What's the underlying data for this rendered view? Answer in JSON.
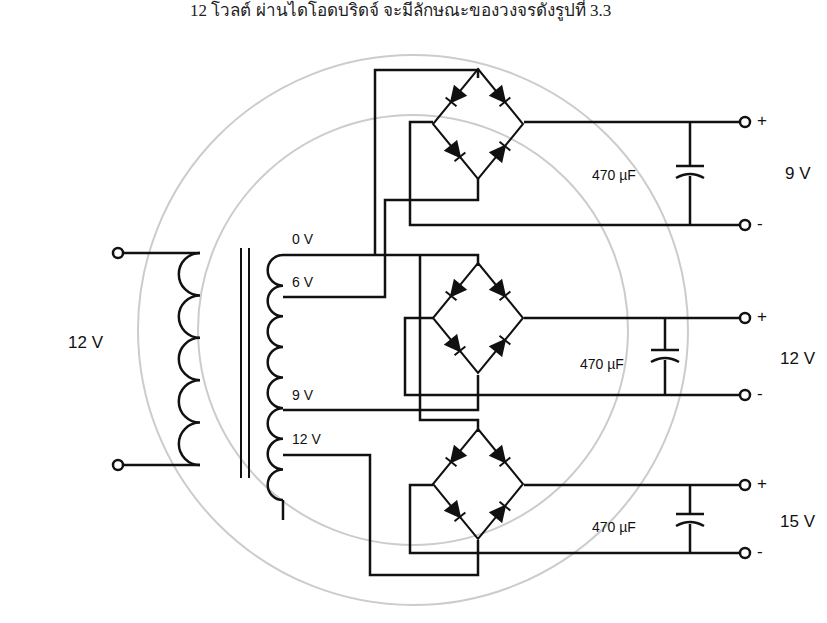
{
  "diagram": {
    "labels": [
      "12 โวลต์ ผ่านไดโอดบริดจ์ จะมีลักษณะของวงจรดังรูปที่ 3.3",
      "12 V",
      "0 V",
      "6 V",
      "9 V",
      "12 V",
      "470 µF",
      "470 µF",
      "470 µF",
      "9 V",
      "12 V",
      "15 V",
      "+",
      "-",
      "+",
      "-",
      "+",
      "-"
    ]
  }
}
